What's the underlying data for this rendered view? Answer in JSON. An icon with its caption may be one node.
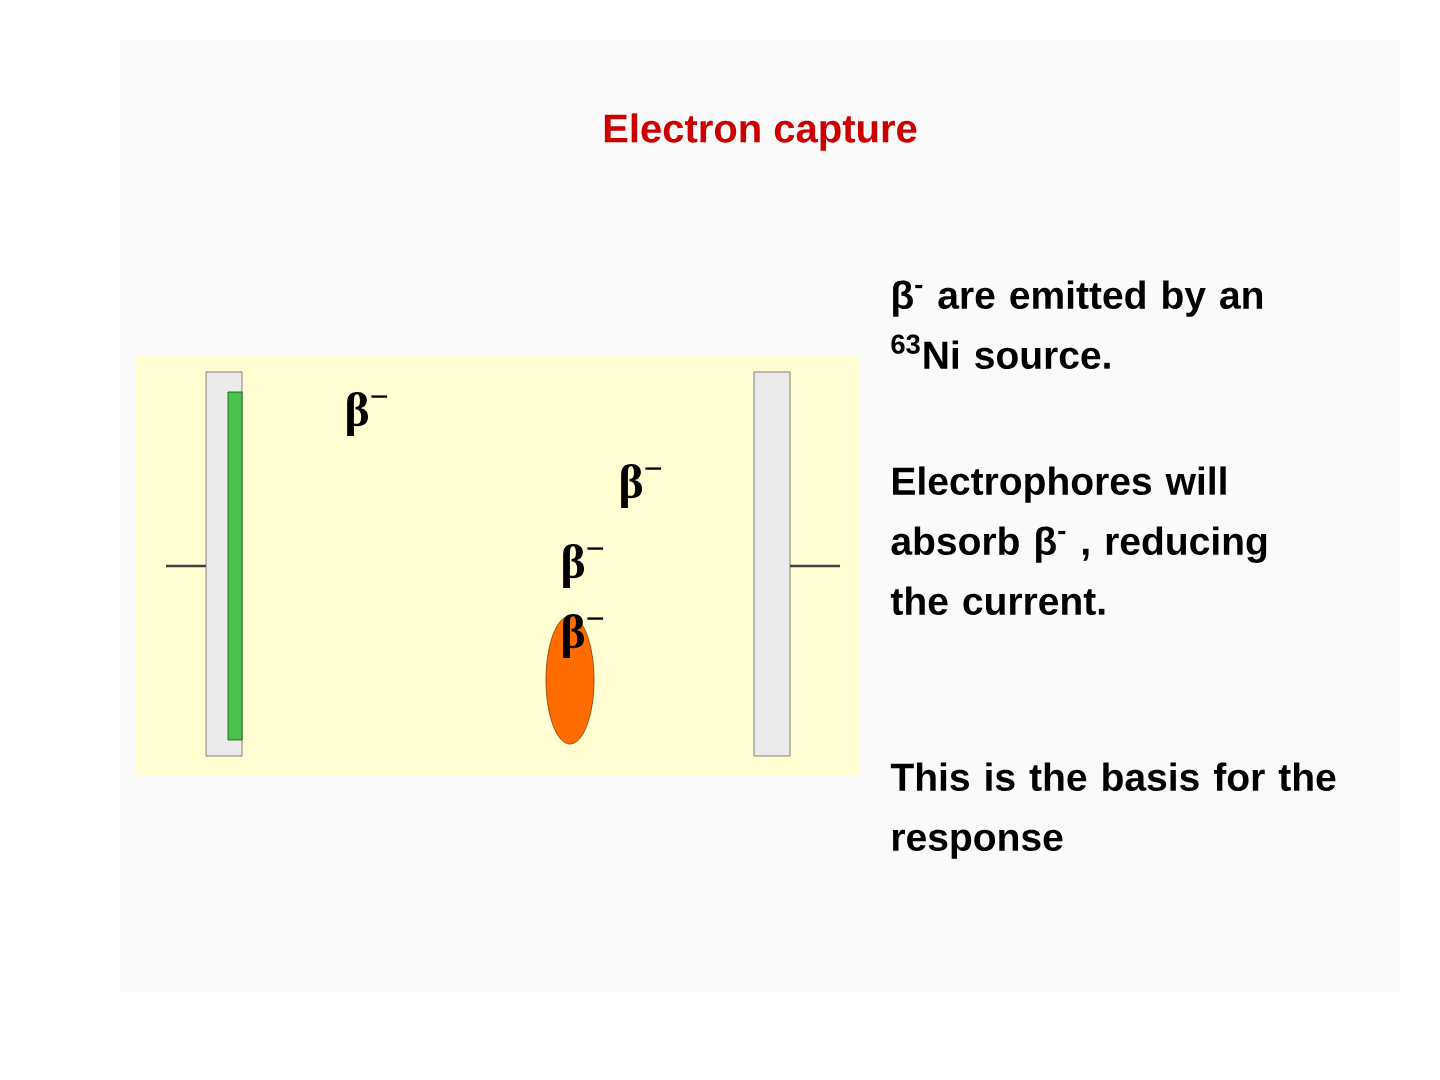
{
  "diagram": {
    "title": "Electron capture",
    "labels": [
      "β$^{−}$",
      "β$^{−}$",
      "β$^{−}$",
      "β$^{−}$",
      "β$^{-}$ are emitted by an $^{63}$Ni source.",
      "Electrophores will absorb β$^{-}$ , reducing the current.",
      "This is the basis for the response"
    ]
  }
}
